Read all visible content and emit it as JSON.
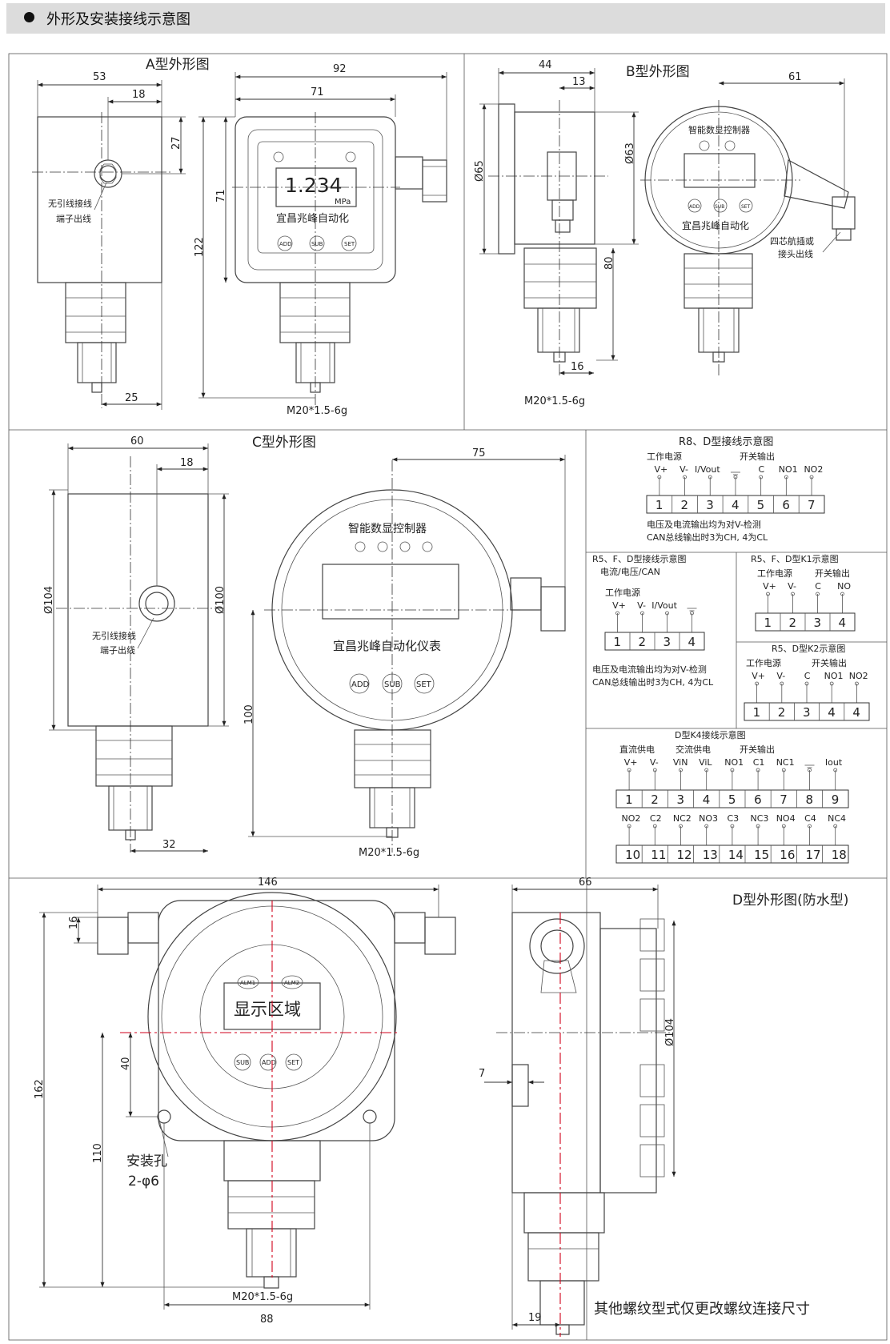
{
  "header": {
    "title": "外形及安装接线示意图"
  },
  "panel_a": {
    "title": "A型外形图",
    "dims": {
      "d53": "53",
      "d18": "18",
      "d27": "27",
      "d92": "92",
      "d71a": "71",
      "d71b": "71",
      "d122": "122",
      "d25": "25"
    },
    "note1": "无引线接线",
    "note2": "端子出线",
    "display_value": "1.234",
    "display_unit": "MPa",
    "brand": "宜昌兆峰自动化",
    "btn_add": "ADD",
    "btn_sub": "SUB",
    "btn_set": "SET",
    "thread": "M20*1.5-6g"
  },
  "panel_b": {
    "title": "B型外形图",
    "dims": {
      "d44": "44",
      "d13": "13",
      "d61": "61",
      "d65": "Ø65",
      "d63": "Ø63",
      "d80": "80",
      "d16": "16"
    },
    "top_label": "智能数显控制器",
    "brand": "宜昌兆峰自动化",
    "note1": "四芯航插或",
    "note2": "接头出线",
    "btn_add": "ADD",
    "btn_sub": "SUB",
    "btn_set": "SET",
    "thread": "M20*1.5-6g"
  },
  "panel_c": {
    "title": "C型外形图",
    "dims": {
      "d60": "60",
      "d18": "18",
      "d104": "Ø104",
      "d100a": "Ø100",
      "d75": "75",
      "d100b": "100",
      "d32": "32"
    },
    "top_label": "智能数显控制器",
    "brand": "宜昌兆峰自动化仪表",
    "note1": "无引线接线",
    "note2": "端子出线",
    "btn_add": "ADD",
    "btn_sub": "SUB",
    "btn_set": "SET",
    "thread": "M20*1.5-6g"
  },
  "wiring_r8": {
    "title": "R8、D型接线示意图",
    "power_label": "工作电源",
    "switch_label": "开关输出",
    "terms": [
      "V+",
      "V-",
      "I/Vout",
      "",
      "C",
      "NO1",
      "NO2"
    ],
    "nums": [
      "1",
      "2",
      "3",
      "4",
      "5",
      "6",
      "7"
    ],
    "note1": "电压及电流输出均为对V-检测",
    "note2": "CAN总线输出时3为CH, 4为CL"
  },
  "wiring_r5": {
    "title": "R5、F、D型接线示意图",
    "subtitle": "电流/电压/CAN",
    "power_label": "工作电源",
    "terms": [
      "V+",
      "V-",
      "I/Vout",
      ""
    ],
    "nums": [
      "1",
      "2",
      "3",
      "4"
    ],
    "note1": "电压及电流输出均为对V-检测",
    "note2": "CAN总线输出时3为CH, 4为CL"
  },
  "wiring_k1": {
    "title": "R5、F、D型K1示意图",
    "power_label": "工作电源",
    "switch_label": "开关输出",
    "terms": [
      "V+",
      "V-",
      "C",
      "NO"
    ],
    "nums": [
      "1",
      "2",
      "3",
      "4"
    ]
  },
  "wiring_k2": {
    "title": "R5、D型K2示意图",
    "power_label": "工作电源",
    "switch_label": "开关输出",
    "terms": [
      "V+",
      "V-",
      "C",
      "NO1",
      "NO2"
    ],
    "nums": [
      "1",
      "2",
      "3",
      "4",
      "4"
    ]
  },
  "wiring_k4": {
    "title": "D型K4接线示意图",
    "dc_label": "直流供电",
    "ac_label": "交流供电",
    "switch_label": "开关输出",
    "row1_terms": [
      "V+",
      "V-",
      "ViN",
      "ViL",
      "NO1",
      "C1",
      "NC1",
      "",
      "Iout"
    ],
    "row1_nums": [
      "1",
      "2",
      "3",
      "4",
      "5",
      "6",
      "7",
      "8",
      "9"
    ],
    "row2_terms": [
      "NO2",
      "C2",
      "NC2",
      "NO3",
      "C3",
      "NC3",
      "NO4",
      "C4",
      "NC4"
    ],
    "row2_nums": [
      "10",
      "11",
      "12",
      "13",
      "14",
      "15",
      "16",
      "17",
      "18"
    ]
  },
  "panel_d": {
    "title": "D型外形图(防水型)",
    "dims": {
      "d146": "146",
      "d16": "16",
      "d162": "162",
      "d40": "40",
      "d110": "110",
      "d88": "88",
      "d66": "66",
      "d104": "Ø104",
      "d7": "7",
      "d19": "19"
    },
    "display_area": "显示区域",
    "alm1": "ALM1",
    "alm2": "ALM2",
    "btn_sub": "SUB",
    "btn_add": "ADD",
    "btn_set": "SET",
    "hole_label": "安装孔",
    "hole_spec": "2-φ6",
    "thread": "M20*1.5-6g",
    "bottom_note": "其他螺纹型式仅更改螺纹连接尺寸"
  }
}
